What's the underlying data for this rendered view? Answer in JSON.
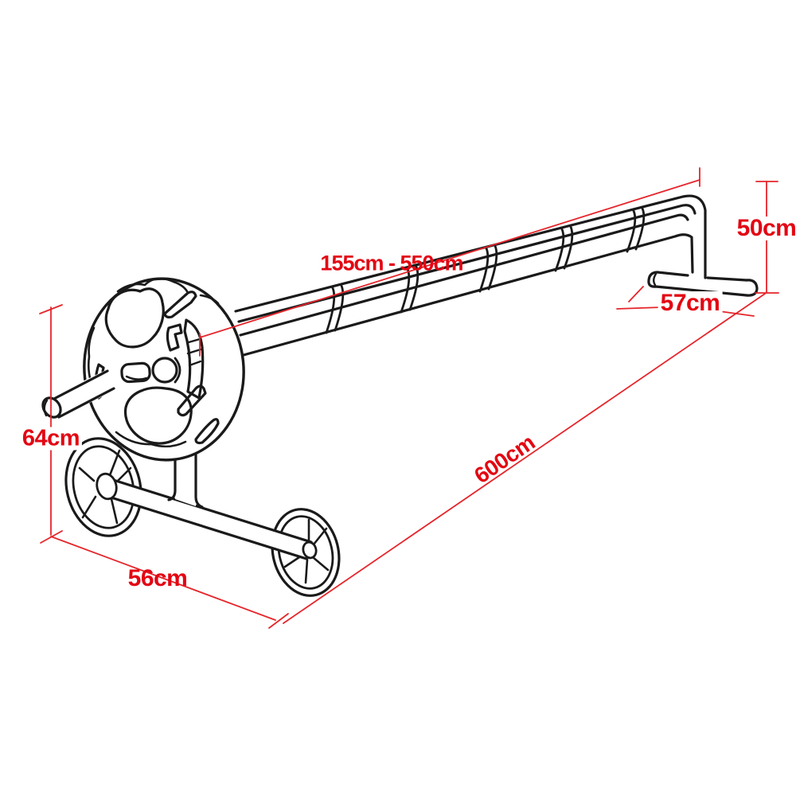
{
  "diagram": {
    "description": "Line drawing of a telescopic swimming-pool cover roller with hand wheel, wheeled base and T-foot stand, annotated with red dimension lines",
    "colors": {
      "outline": "#1a1a1a",
      "dimension_red": "#e30613"
    },
    "dimensions": {
      "tube_length": {
        "label": "155cm - 550cm"
      },
      "stand_height": {
        "label": "50cm"
      },
      "stand_foot_width": {
        "label": "57cm"
      },
      "reel_height": {
        "label": "64cm"
      },
      "base_width": {
        "label": "56cm"
      },
      "total_length": {
        "label": "600cm"
      }
    }
  }
}
